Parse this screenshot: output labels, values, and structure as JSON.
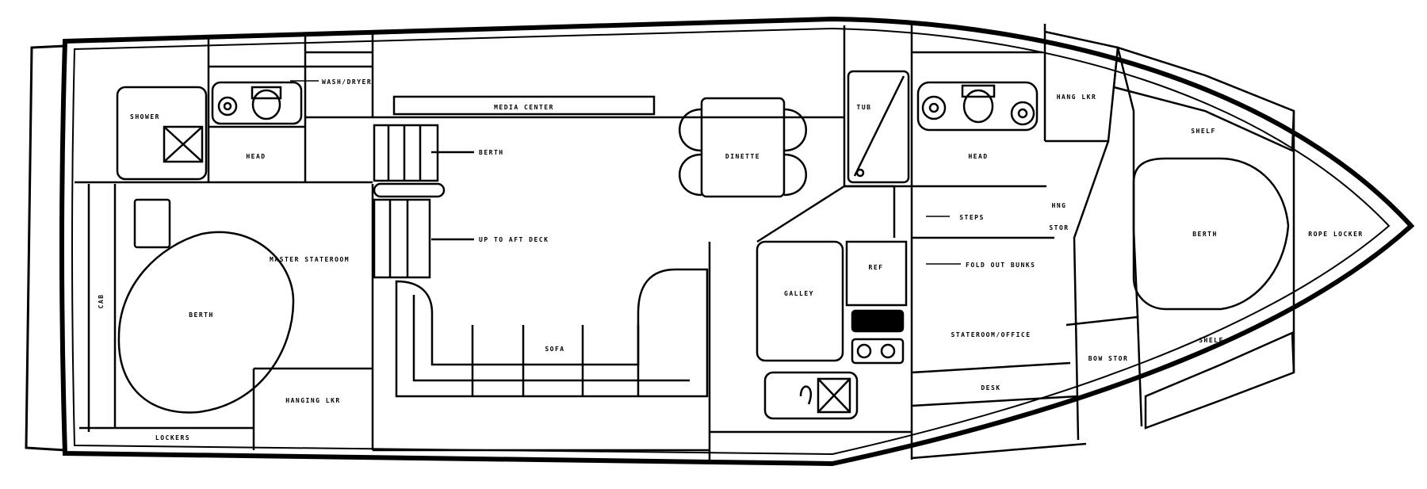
{
  "colors": {
    "line": "#000000",
    "background": "#ffffff"
  },
  "labels": {
    "shower": "SHOWER",
    "washer_dryer": "WASH/DRYER",
    "media_center": "MEDIA CENTER",
    "head_aft": "HEAD",
    "berth_aft": "BERTH",
    "dinette": "DINETTE",
    "up_to_aft_deck": "UP TO AFT DECK",
    "master_stateroom": "MASTER STATEROOM",
    "cab": "CAB",
    "berth_master": "BERTH",
    "settee": "SOFA",
    "hanging_locker_aft": "HANGING LKR",
    "lockers": "LOCKERS",
    "tub": "TUB",
    "head_fwd": "HEAD",
    "steps": "STEPS",
    "galley": "GALLEY",
    "ref": "REF",
    "fold_out_bunks": "FOLD OUT BUNKS",
    "stateroom_office": "STATEROOM/OFFICE",
    "desk": "DESK",
    "hanging_lkr_fwd": "HANG LKR",
    "shelf_top": "SHELF",
    "shelf_bottom": "SHELF",
    "hang_storage": "HNG",
    "storage": "STOR",
    "berth_fwd": "BERTH",
    "rope_locker": "ROPE LOCKER",
    "bow_storage": "BOW STOR"
  }
}
